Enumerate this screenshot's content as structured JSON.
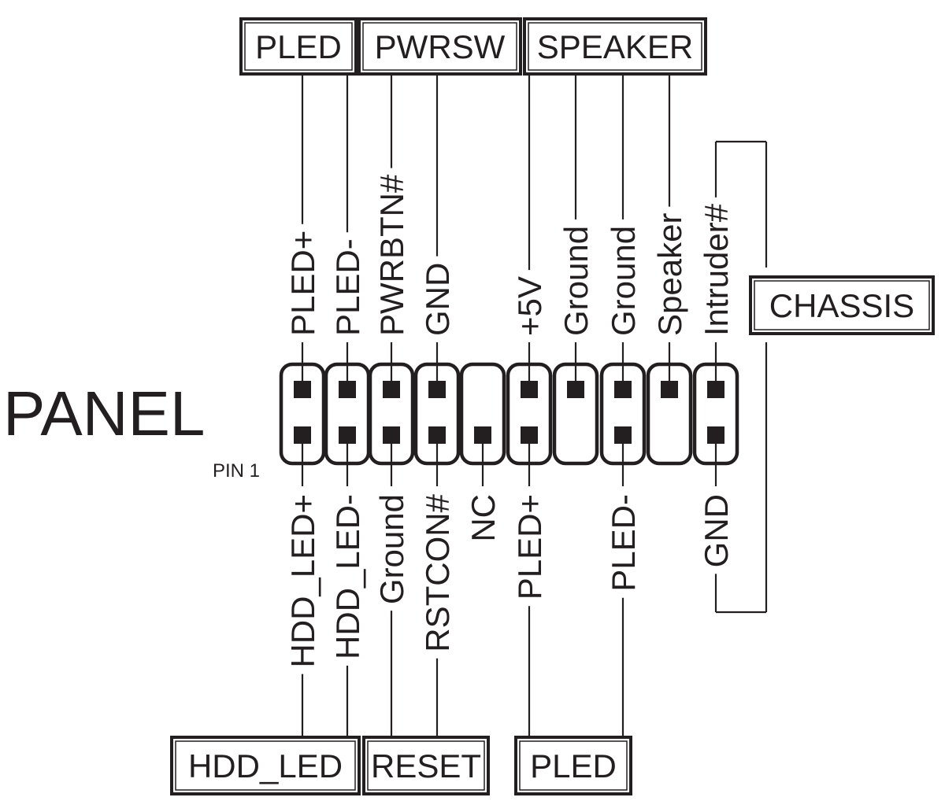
{
  "header_name": "PANEL",
  "pin1_label": "PIN 1",
  "ink_color": "#231f20",
  "top_groups": [
    {
      "label": "PLED",
      "columns": [
        0,
        1
      ]
    },
    {
      "label": "PWRSW",
      "columns": [
        2,
        3
      ]
    },
    {
      "label": "SPEAKER",
      "columns": [
        4,
        5,
        6,
        7
      ]
    }
  ],
  "bottom_groups": [
    {
      "label": "HDD_LED",
      "columns": [
        0,
        1
      ]
    },
    {
      "label": "RESET",
      "columns": [
        2,
        3
      ]
    },
    {
      "label": "PLED",
      "columns": [
        5,
        7
      ]
    }
  ],
  "side_group": {
    "label": "CHASSIS",
    "columns": [
      9
    ]
  },
  "columns": [
    {
      "top": "PLED+",
      "bottom": "HDD_LED+",
      "top_pin": true,
      "bottom_pin": true
    },
    {
      "top": "PLED-",
      "bottom": "HDD_LED-",
      "top_pin": true,
      "bottom_pin": true
    },
    {
      "top": "PWRBTN#",
      "bottom": "Ground",
      "top_pin": true,
      "bottom_pin": true
    },
    {
      "top": "GND",
      "bottom": "RSTCON#",
      "top_pin": true,
      "bottom_pin": true
    },
    {
      "top": "",
      "bottom": "NC",
      "top_pin": false,
      "bottom_pin": true
    },
    {
      "top": "+5V",
      "bottom": "PLED+",
      "top_pin": true,
      "bottom_pin": true
    },
    {
      "top": "Ground",
      "bottom": "",
      "top_pin": true,
      "bottom_pin": false
    },
    {
      "top": "Ground",
      "bottom": "PLED-",
      "top_pin": true,
      "bottom_pin": true
    },
    {
      "top": "Speaker",
      "bottom": "",
      "top_pin": true,
      "bottom_pin": false
    },
    {
      "top": "Intruder#",
      "bottom": "GND",
      "top_pin": true,
      "bottom_pin": true
    }
  ]
}
